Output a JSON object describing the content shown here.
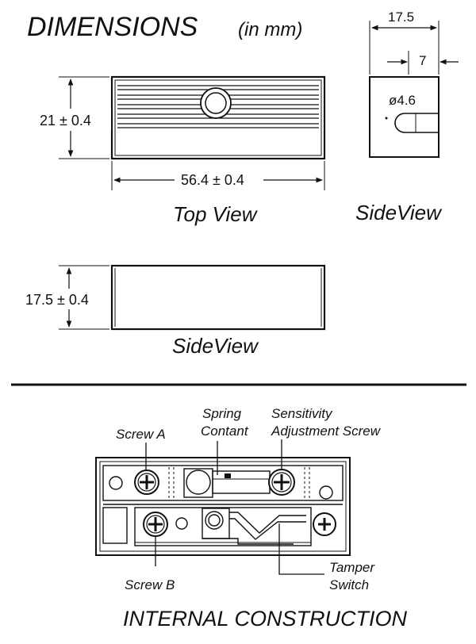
{
  "title": {
    "main": "DIMENSIONS",
    "unit": "(in mm)"
  },
  "top_view": {
    "height_dim": "21 ± 0.4",
    "width_dim": "56.4 ± 0.4",
    "caption": "Top View"
  },
  "side_view_small": {
    "width_dim": "17.5",
    "offset_dim": "7",
    "hole_dim": "ø4.6",
    "caption": "SideView"
  },
  "side_view_large": {
    "height_dim": "17.5 ± 0.4",
    "caption": "SideView"
  },
  "internal": {
    "screw_a": "Screw A",
    "spring_line1": "Spring",
    "spring_line2": "Contant",
    "sens_line1": "Sensitivity",
    "sens_line2": "Adjustment Screw",
    "screw_b": "Screw B",
    "tamper_line1": "Tamper",
    "tamper_line2": "Switch",
    "caption": "INTERNAL CONSTRUCTION"
  },
  "colors": {
    "ink": "#111111",
    "paper": "#ffffff"
  }
}
